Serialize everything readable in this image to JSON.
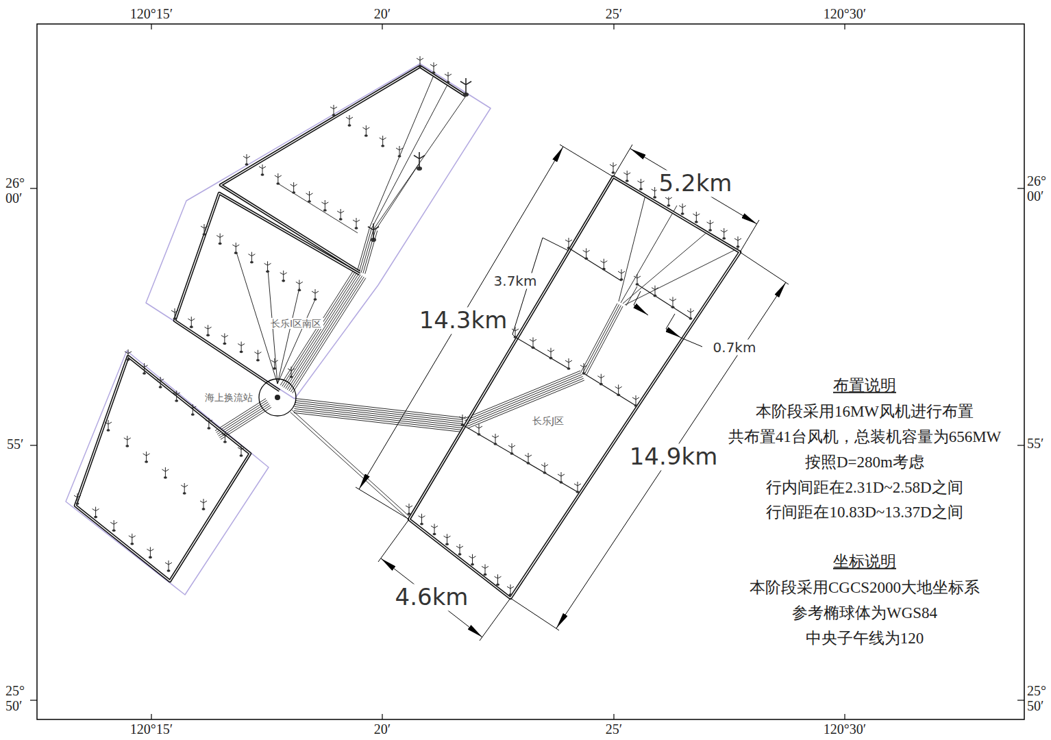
{
  "diagram": {
    "nodes": [
      {
        "text": [
          "海上换流站"
        ]
      }
    ],
    "labels": [
      "120°15′",
      "20′",
      "25′",
      "120°30′",
      "26° 00′",
      "55′",
      "25° 50′",
      "26° 00′",
      "55′",
      "25° 50′",
      "长乐I区南区",
      "长乐J区",
      "5.2km",
      "3.7km",
      "14.3km",
      "0.7km",
      "14.9km",
      "4.6km",
      "布置说明",
      "本阶段采用16MW风机进行布置",
      "共布置41台风机，总装机容量为656MW",
      "按照D=280m考虑",
      "行内间距在2.31D~2.58D之间",
      "行间距在10.83D~13.37D之间",
      "坐标说明",
      "本阶段采用CGCS2000大地坐标系",
      "参考椭球体为WGS84",
      "中央子午线为120",
      "120°15′",
      "20′",
      "25′",
      "120°30′"
    ]
  }
}
